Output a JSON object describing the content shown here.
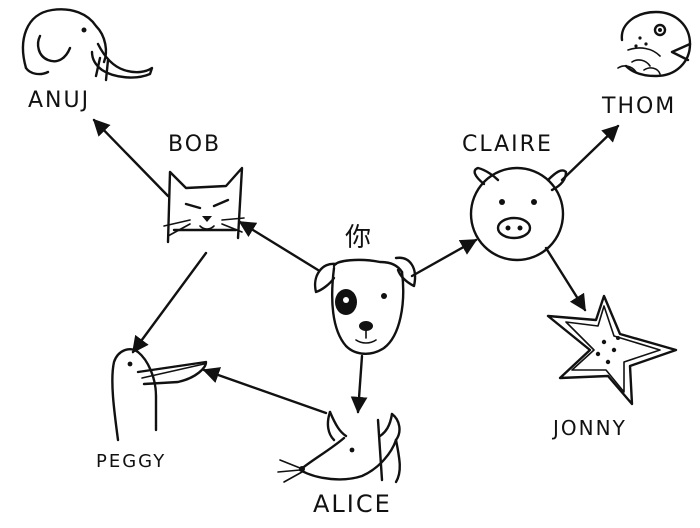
{
  "nodes": {
    "anuj": "ANUJ",
    "bob": "BOB",
    "claire": "CLAIRE",
    "thom": "THOM",
    "you": "你",
    "peggy": "PEGGY",
    "jonny": "JONNY",
    "alice": "ALICE"
  },
  "icons": {
    "anuj": "elephant-icon",
    "bob": "cat-icon",
    "claire": "pig-icon",
    "thom": "fish-icon",
    "you": "dog-icon",
    "peggy": "toucan-icon",
    "jonny": "starfish-icon",
    "alice": "rat-icon"
  },
  "edges": [
    {
      "from": "你",
      "to": "BOB"
    },
    {
      "from": "你",
      "to": "CLAIRE"
    },
    {
      "from": "你",
      "to": "ALICE"
    },
    {
      "from": "BOB",
      "to": "ANUJ"
    },
    {
      "from": "BOB",
      "to": "PEGGY"
    },
    {
      "from": "CLAIRE",
      "to": "THOM"
    },
    {
      "from": "CLAIRE",
      "to": "JONNY"
    },
    {
      "from": "ALICE",
      "to": "PEGGY"
    }
  ],
  "colors": {
    "ink": "#111111",
    "background": "#ffffff"
  }
}
